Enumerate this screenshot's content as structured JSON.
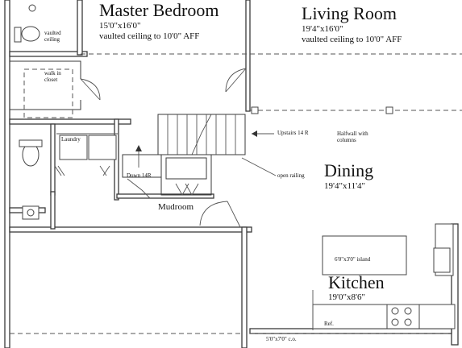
{
  "rooms": {
    "master_bedroom": {
      "name": "Master Bedroom",
      "dim": "15'0\"x16'0\"",
      "note": "vaulted ceiling to 10'0\" AFF"
    },
    "living_room": {
      "name": "Living Room",
      "dim": "19'4\"x16'0\"",
      "note": "vaulted ceiling to 10'0\" AFF"
    },
    "dining": {
      "name": "Dining",
      "dim": "19'4\"x11'4\""
    },
    "kitchen": {
      "name": "Kitchen",
      "dim": "19'0\"x8'6\""
    },
    "mudroom": {
      "name": "Mudroom"
    }
  },
  "labels": {
    "vaulted_ceiling": "vaulted ceiling",
    "walk_in_closet": "walk in closet",
    "laundry": "Laundry",
    "upstairs": "Upstairs 14 R",
    "down": "Down 14R",
    "halfwall": "Halfwall with columns",
    "open_railing": "open railing",
    "island": "6'0\"x3'0\" island",
    "ref": "Ref.",
    "closet_bottom": "5'0\"x7'0\" c.o."
  }
}
